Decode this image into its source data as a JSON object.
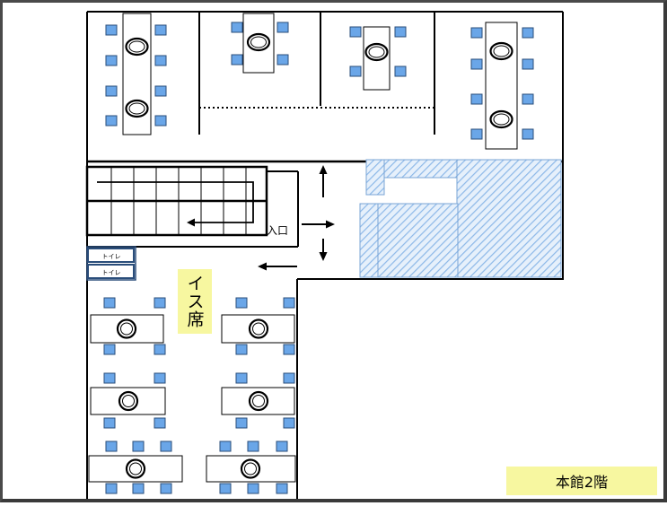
{
  "labels": {
    "entrance": "入口",
    "toilet_1": "トイレ",
    "toilet_2": "トイレ",
    "zone": "イス席",
    "floor": "本館2階"
  },
  "colors": {
    "chair": "#6aa6e8",
    "chair_stroke": "#2a4d7a",
    "hatch": "#8cb8e8",
    "hatch_bg": "#e6f0fb",
    "label_bg": "#f7f7a0",
    "wall": "#000000"
  }
}
